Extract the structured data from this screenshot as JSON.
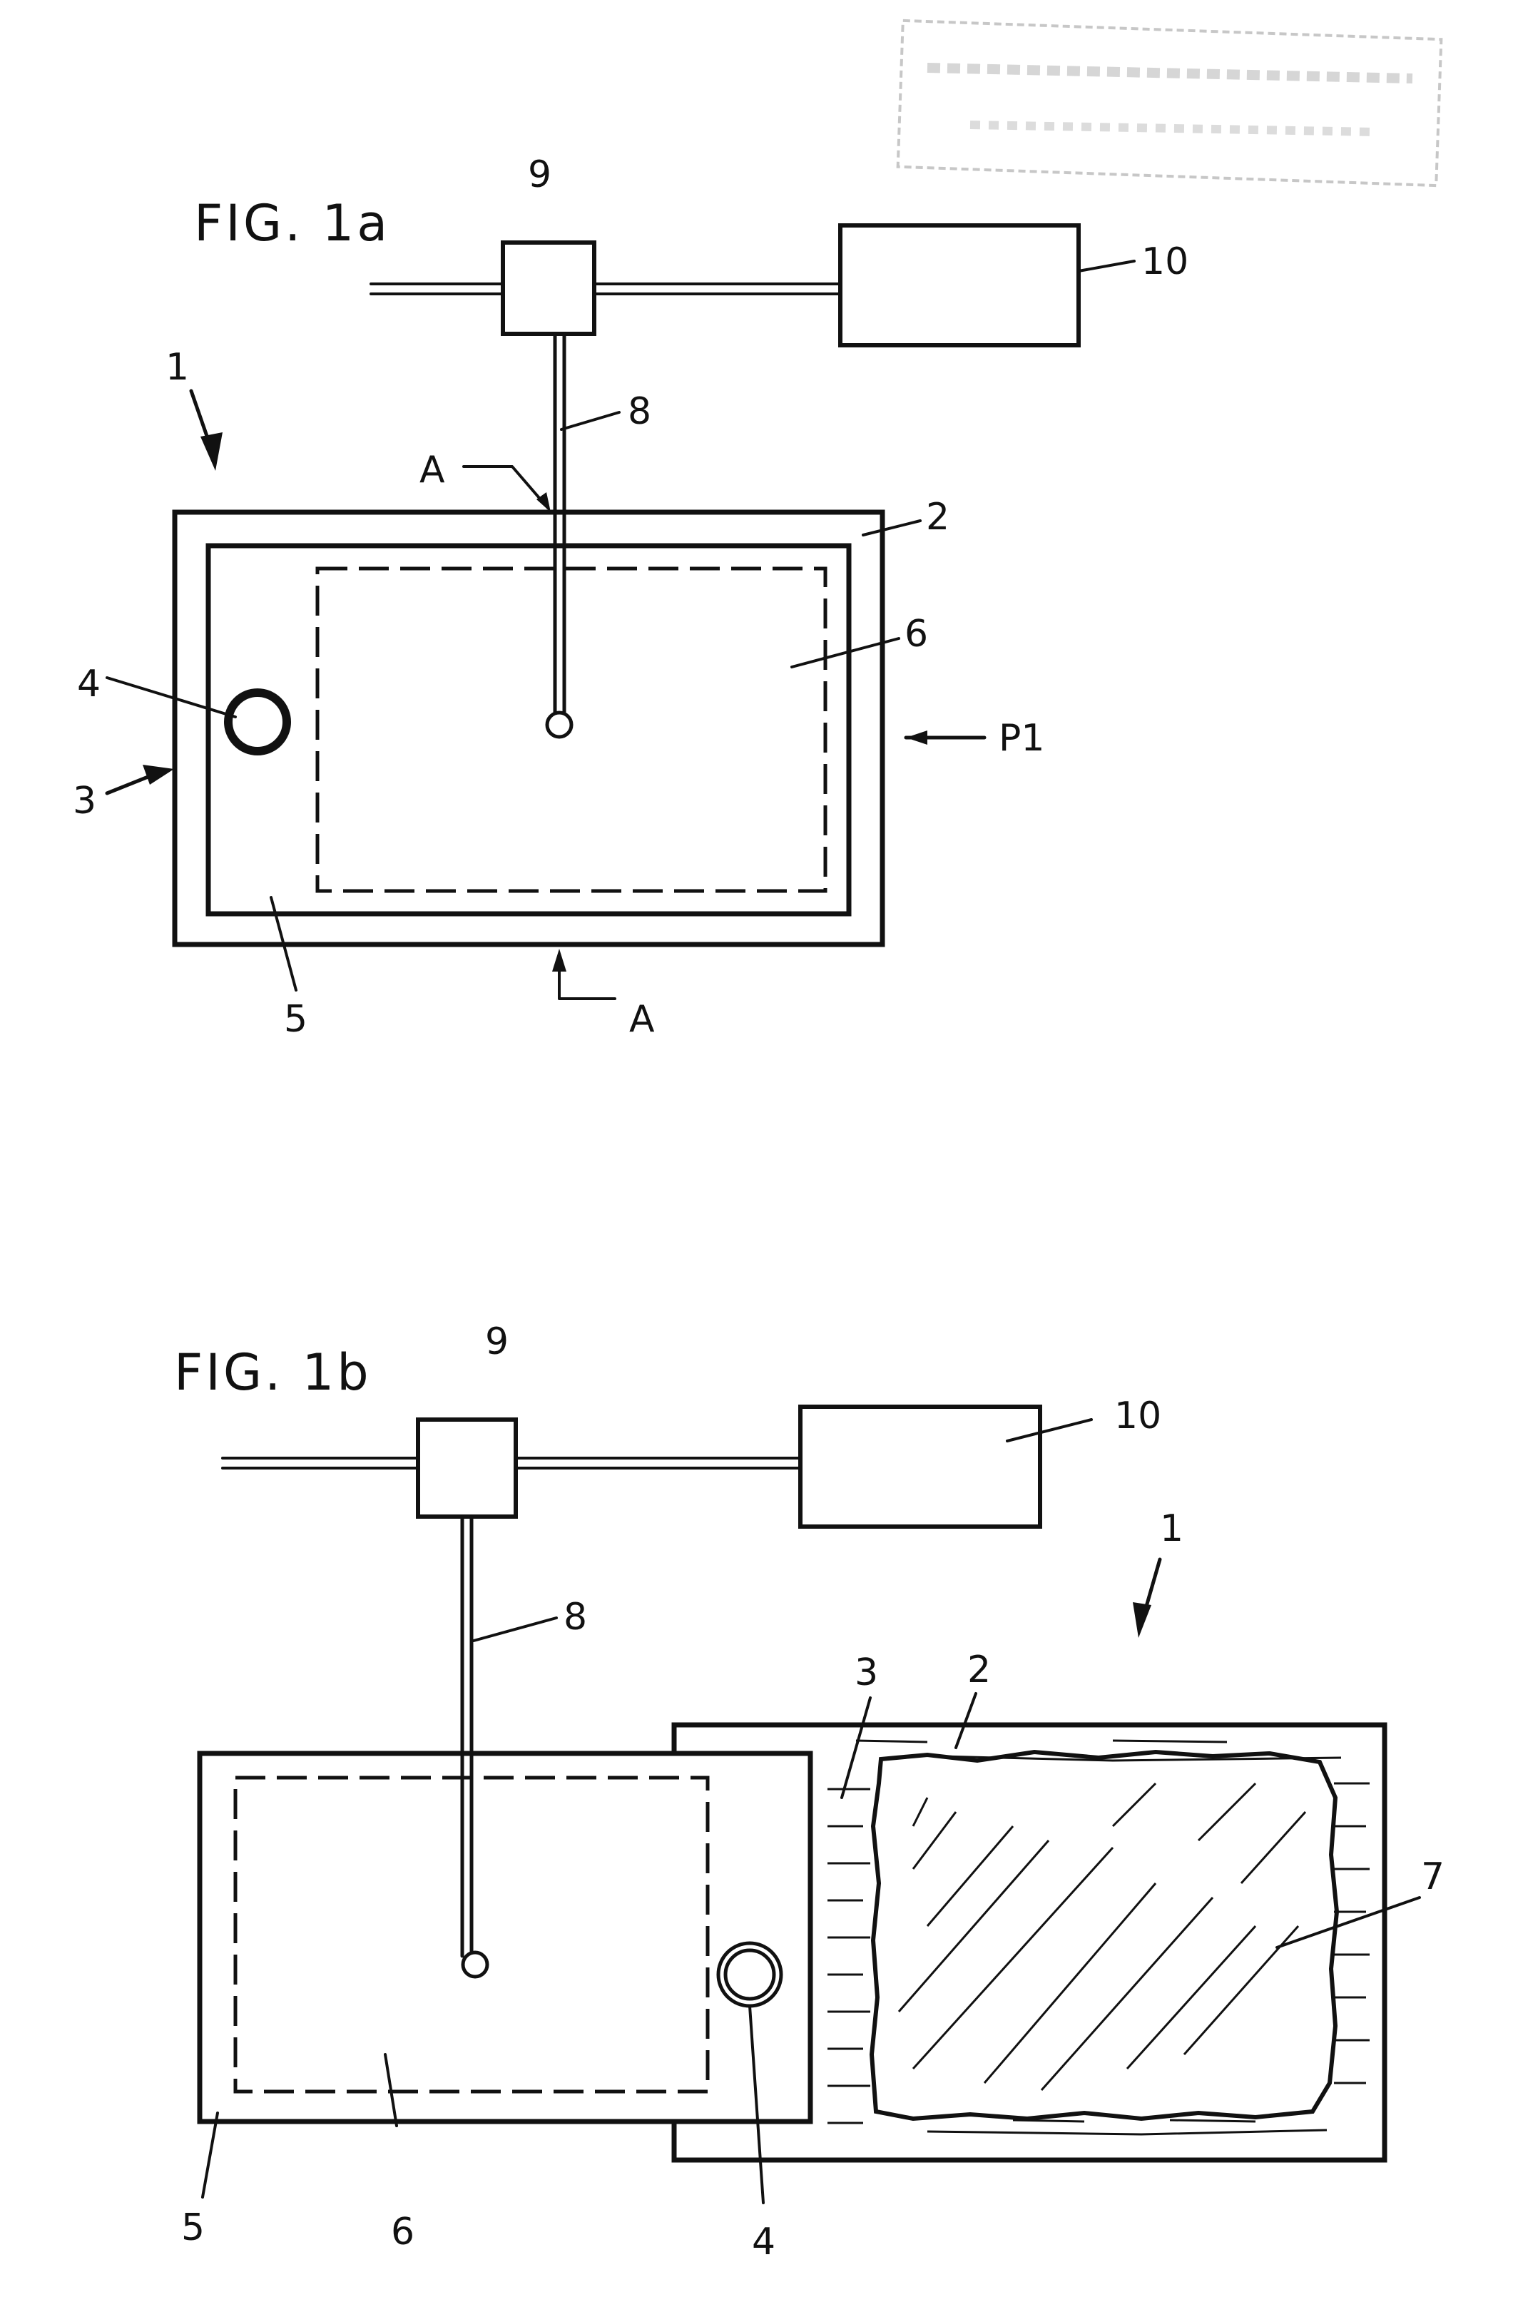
{
  "figures": [
    {
      "title": "FIG. 1a",
      "refs": {
        "r1": "1",
        "r2": "2",
        "r3": "3",
        "r4": "4",
        "r5": "5",
        "r6": "6",
        "r8": "8",
        "r9": "9",
        "r10": "10",
        "p1": "P1",
        "a_top": "A",
        "a_bottom": "A"
      }
    },
    {
      "title": "FIG. 1b",
      "refs": {
        "r1": "1",
        "r2": "2",
        "r3": "3",
        "r4": "4",
        "r5": "5",
        "r6": "6",
        "r7": "7",
        "r8": "8",
        "r9": "9",
        "r10": "10"
      }
    }
  ],
  "colors": {
    "ink": "#111111",
    "paper": "#ffffff",
    "stamp": "#9a9a9a"
  }
}
